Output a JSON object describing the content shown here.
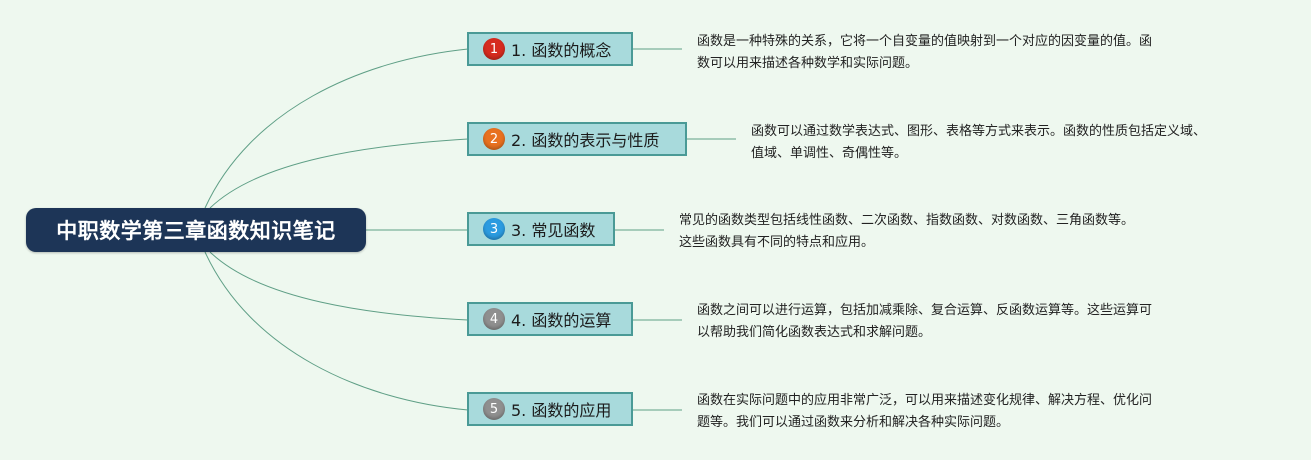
{
  "root": {
    "title": "中职数学第三章函数知识笔记"
  },
  "branches": [
    {
      "num": "1",
      "label": "1. 函数的概念",
      "badge_color": "#d62b1f",
      "desc": [
        "函数是一种特殊的关系，它将一个自变量的值映射到一个对应的因变量的值。函",
        "数可以用来描述各种数学和实际问题。"
      ]
    },
    {
      "num": "2",
      "label": "2. 函数的表示与性质",
      "badge_color": "#e8711f",
      "desc": [
        "函数可以通过数学表达式、图形、表格等方式来表示。函数的性质包括定义域、",
        "值域、单调性、奇偶性等。"
      ]
    },
    {
      "num": "3",
      "label": "3. 常见函数",
      "badge_color": "#2b9be0",
      "desc": [
        "常见的函数类型包括线性函数、二次函数、指数函数、对数函数、三角函数等。",
        "这些函数具有不同的特点和应用。"
      ]
    },
    {
      "num": "4",
      "label": "4. 函数的运算",
      "badge_color": "#8f8f8f",
      "desc": [
        "函数之间可以进行运算，包括加减乘除、复合运算、反函数运算等。这些运算可",
        "以帮助我们简化函数表达式和求解问题。"
      ]
    },
    {
      "num": "5",
      "label": "5. 函数的应用",
      "badge_color": "#8f8f8f",
      "desc": [
        "函数在实际问题中的应用非常广泛，可以用来描述变化规律、解决方程、优化问",
        "题等。我们可以通过函数来分析和解决各种实际问题。"
      ]
    }
  ],
  "colors": {
    "link": "#5f9f86",
    "root_bg": "#1d3557",
    "node_bg": "#a8dadc",
    "node_border": "#4a9a96"
  }
}
